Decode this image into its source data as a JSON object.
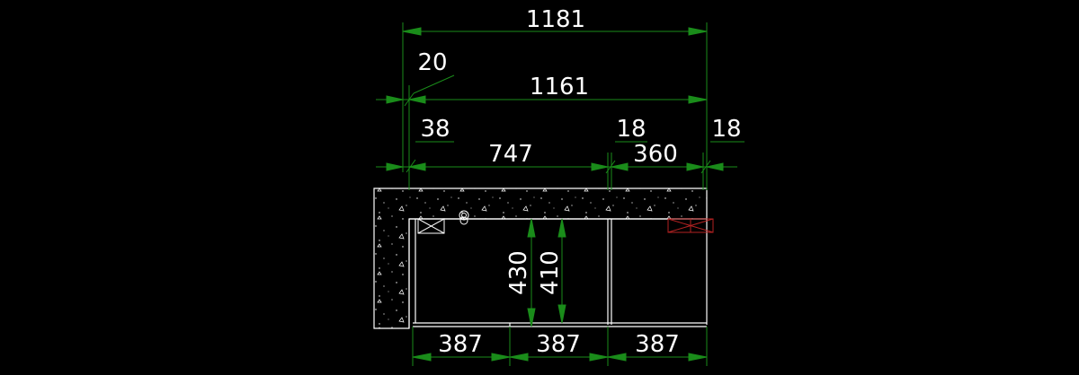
{
  "drawing": {
    "background": "#000000",
    "colors": {
      "dimension": "#1a8c1a",
      "outline": "#ffffff",
      "red_element": "#b42222"
    },
    "overall_width": "1181",
    "left_offset": "20",
    "inner_width": "1161",
    "left_gap": "38",
    "main_span": "747",
    "middle_gap": "18",
    "right_span": "360",
    "right_gap": "18",
    "height_outer": "430",
    "height_inner": "410",
    "bottom_segments": [
      "387",
      "387",
      "387"
    ]
  }
}
